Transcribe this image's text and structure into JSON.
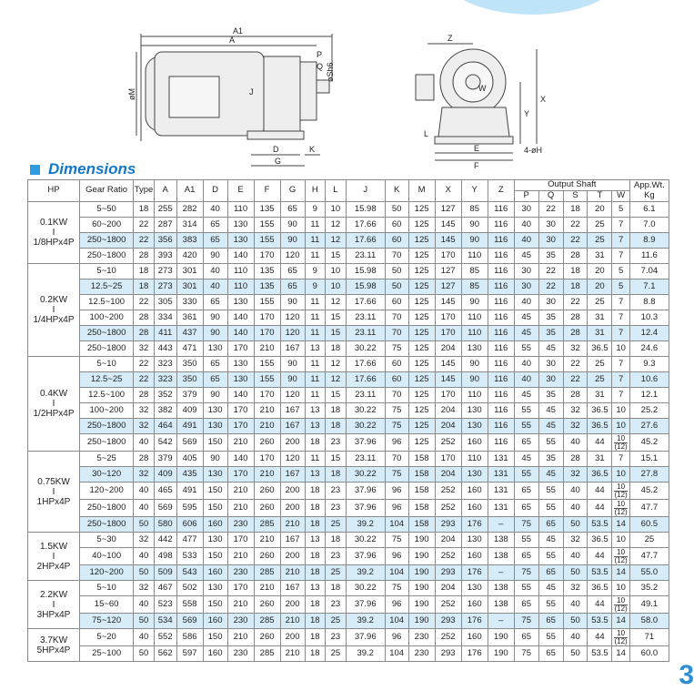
{
  "section_title": "Dimensions",
  "page_number": "3",
  "drawing_labels": {
    "side": [
      "A1",
      "A",
      "P",
      "Q",
      "øSh6",
      "øM",
      "J",
      "D",
      "G",
      "K"
    ],
    "front": [
      "Z",
      "W",
      "X",
      "Y",
      "L",
      "E",
      "F",
      "4-øH"
    ]
  },
  "headers": {
    "hp": "HP",
    "gear_ratio": "Gear Ratio",
    "type": "Type",
    "dims": [
      "A",
      "A1",
      "D",
      "E",
      "F",
      "G",
      "H",
      "L",
      "J",
      "K",
      "M",
      "X",
      "Y",
      "Z"
    ],
    "output_shaft": "Output Shaft",
    "shaft": [
      "P",
      "Q",
      "S",
      "T",
      "W"
    ],
    "weight_1": "App.Wt.",
    "weight_2": "Kg"
  },
  "groups": [
    {
      "hp": [
        "0.1KW",
        "I",
        "1/8HPx4P"
      ],
      "rows": [
        [
          "5~50",
          "18",
          "255",
          "282",
          "40",
          "110",
          "135",
          "65",
          "9",
          "10",
          "15.98",
          "50",
          "125",
          "127",
          "85",
          "116",
          "30",
          "22",
          "18",
          "20",
          "5",
          "6.1"
        ],
        [
          "60~200",
          "22",
          "287",
          "314",
          "65",
          "130",
          "155",
          "90",
          "11",
          "12",
          "17.66",
          "60",
          "125",
          "145",
          "90",
          "116",
          "40",
          "30",
          "22",
          "25",
          "7",
          "7.0"
        ],
        [
          "250~1800",
          "22",
          "356",
          "383",
          "65",
          "130",
          "155",
          "90",
          "11",
          "12",
          "17.66",
          "60",
          "125",
          "145",
          "90",
          "116",
          "40",
          "30",
          "22",
          "25",
          "7",
          "8.9"
        ],
        [
          "250~1800",
          "28",
          "393",
          "420",
          "90",
          "140",
          "170",
          "120",
          "11",
          "15",
          "23.11",
          "70",
          "125",
          "170",
          "110",
          "116",
          "45",
          "35",
          "28",
          "31",
          "7",
          "11.6"
        ]
      ]
    },
    {
      "hp": [
        "0.2KW",
        "I",
        "1/4HPx4P"
      ],
      "rows": [
        [
          "5~10",
          "18",
          "273",
          "301",
          "40",
          "110",
          "135",
          "65",
          "9",
          "10",
          "15.98",
          "50",
          "125",
          "127",
          "85",
          "116",
          "30",
          "22",
          "18",
          "20",
          "5",
          "7.04"
        ],
        [
          "12.5~25",
          "18",
          "273",
          "301",
          "40",
          "110",
          "135",
          "65",
          "9",
          "10",
          "15.98",
          "50",
          "125",
          "127",
          "85",
          "116",
          "30",
          "22",
          "18",
          "20",
          "5",
          "7.1"
        ],
        [
          "12.5~100",
          "22",
          "305",
          "330",
          "65",
          "130",
          "155",
          "90",
          "11",
          "12",
          "17.66",
          "60",
          "125",
          "145",
          "90",
          "116",
          "40",
          "30",
          "22",
          "25",
          "7",
          "8.8"
        ],
        [
          "100~200",
          "28",
          "334",
          "361",
          "90",
          "140",
          "170",
          "120",
          "11",
          "15",
          "23.11",
          "70",
          "125",
          "170",
          "110",
          "116",
          "45",
          "35",
          "28",
          "31",
          "7",
          "10.3"
        ],
        [
          "250~1800",
          "28",
          "411",
          "437",
          "90",
          "140",
          "170",
          "120",
          "11",
          "15",
          "23.11",
          "70",
          "125",
          "170",
          "110",
          "116",
          "45",
          "35",
          "28",
          "31",
          "7",
          "12.4"
        ],
        [
          "250~1800",
          "32",
          "443",
          "471",
          "130",
          "170",
          "210",
          "167",
          "13",
          "18",
          "30.22",
          "75",
          "125",
          "204",
          "130",
          "116",
          "55",
          "45",
          "32",
          "36.5",
          "10",
          "24.6"
        ]
      ]
    },
    {
      "hp": [
        "0.4KW",
        "I",
        "1/2HPx4P"
      ],
      "rows": [
        [
          "5~10",
          "22",
          "323",
          "350",
          "65",
          "130",
          "155",
          "90",
          "11",
          "12",
          "17.66",
          "60",
          "125",
          "145",
          "90",
          "116",
          "40",
          "30",
          "22",
          "25",
          "7",
          "9.3"
        ],
        [
          "12.5~25",
          "22",
          "323",
          "350",
          "65",
          "130",
          "155",
          "90",
          "11",
          "12",
          "17.66",
          "60",
          "125",
          "145",
          "90",
          "116",
          "40",
          "30",
          "22",
          "25",
          "7",
          "10.6"
        ],
        [
          "12.5~100",
          "28",
          "352",
          "379",
          "90",
          "140",
          "170",
          "120",
          "11",
          "15",
          "23.11",
          "70",
          "125",
          "170",
          "110",
          "116",
          "45",
          "35",
          "28",
          "31",
          "7",
          "12.1"
        ],
        [
          "100~200",
          "32",
          "382",
          "409",
          "130",
          "170",
          "210",
          "167",
          "13",
          "18",
          "30.22",
          "75",
          "125",
          "204",
          "130",
          "116",
          "55",
          "45",
          "32",
          "36.5",
          "10",
          "25.2"
        ],
        [
          "250~1800",
          "32",
          "464",
          "491",
          "130",
          "170",
          "210",
          "167",
          "13",
          "18",
          "30.22",
          "75",
          "125",
          "204",
          "130",
          "116",
          "55",
          "45",
          "32",
          "36.5",
          "10",
          "27.6"
        ],
        [
          "250~1800",
          "40",
          "542",
          "569",
          "150",
          "210",
          "260",
          "200",
          "18",
          "23",
          "37.96",
          "96",
          "125",
          "252",
          "160",
          "116",
          "65",
          "55",
          "40",
          "44",
          "10|(12)",
          "45.2"
        ]
      ]
    },
    {
      "hp": [
        "0.75KW",
        "I",
        "1HPx4P"
      ],
      "rows": [
        [
          "5~25",
          "28",
          "379",
          "405",
          "90",
          "140",
          "170",
          "120",
          "11",
          "15",
          "23.11",
          "70",
          "158",
          "170",
          "110",
          "131",
          "45",
          "35",
          "28",
          "31",
          "7",
          "15.1"
        ],
        [
          "30~120",
          "32",
          "409",
          "435",
          "130",
          "170",
          "210",
          "167",
          "13",
          "18",
          "30.22",
          "75",
          "158",
          "204",
          "130",
          "131",
          "55",
          "45",
          "32",
          "36.5",
          "10",
          "27.8"
        ],
        [
          "120~200",
          "40",
          "465",
          "491",
          "150",
          "210",
          "260",
          "200",
          "18",
          "23",
          "37.96",
          "96",
          "158",
          "252",
          "160",
          "131",
          "65",
          "55",
          "40",
          "44",
          "10|(12)",
          "45.2"
        ],
        [
          "250~1800",
          "40",
          "569",
          "595",
          "150",
          "210",
          "260",
          "200",
          "18",
          "23",
          "37.96",
          "96",
          "158",
          "252",
          "160",
          "131",
          "65",
          "55",
          "40",
          "44",
          "10|(12)",
          "47.7"
        ],
        [
          "250~1800",
          "50",
          "580",
          "606",
          "160",
          "230",
          "285",
          "210",
          "18",
          "25",
          "39.2",
          "104",
          "158",
          "293",
          "176",
          "–",
          "75",
          "65",
          "50",
          "53.5",
          "14",
          "60.5"
        ]
      ]
    },
    {
      "hp": [
        "1.5KW",
        "I",
        "2HPx4P"
      ],
      "rows": [
        [
          "5~30",
          "32",
          "442",
          "477",
          "130",
          "170",
          "210",
          "167",
          "13",
          "18",
          "30.22",
          "75",
          "190",
          "204",
          "130",
          "138",
          "55",
          "45",
          "32",
          "36.5",
          "10",
          "25"
        ],
        [
          "40~100",
          "40",
          "498",
          "533",
          "150",
          "210",
          "260",
          "200",
          "18",
          "23",
          "37.96",
          "96",
          "190",
          "252",
          "160",
          "138",
          "65",
          "55",
          "40",
          "44",
          "10|(12)",
          "47.7"
        ],
        [
          "120~200",
          "50",
          "509",
          "543",
          "160",
          "230",
          "285",
          "210",
          "18",
          "25",
          "39.2",
          "104",
          "190",
          "293",
          "176",
          "–",
          "75",
          "65",
          "50",
          "53.5",
          "14",
          "55.0"
        ]
      ]
    },
    {
      "hp": [
        "2.2KW",
        "I",
        "3HPx4P"
      ],
      "rows": [
        [
          "5~10",
          "32",
          "467",
          "502",
          "130",
          "170",
          "210",
          "167",
          "13",
          "18",
          "30.22",
          "75",
          "190",
          "204",
          "130",
          "138",
          "55",
          "45",
          "32",
          "36.5",
          "10",
          "35.2"
        ],
        [
          "15~60",
          "40",
          "523",
          "558",
          "150",
          "210",
          "260",
          "200",
          "18",
          "23",
          "37.96",
          "96",
          "190",
          "252",
          "160",
          "138",
          "65",
          "55",
          "40",
          "44",
          "10|(12)",
          "49.1"
        ],
        [
          "75~120",
          "50",
          "534",
          "569",
          "160",
          "230",
          "285",
          "210",
          "18",
          "25",
          "39.2",
          "104",
          "190",
          "293",
          "176",
          "–",
          "75",
          "65",
          "50",
          "53.5",
          "14",
          "58.0"
        ]
      ]
    },
    {
      "hp": [
        "3.7KW",
        "5HPx4P"
      ],
      "rows": [
        [
          "5~20",
          "40",
          "552",
          "586",
          "150",
          "210",
          "260",
          "200",
          "18",
          "23",
          "37.96",
          "96",
          "230",
          "252",
          "160",
          "190",
          "65",
          "55",
          "40",
          "44",
          "10|(12)",
          "71"
        ],
        [
          "25~100",
          "50",
          "562",
          "597",
          "160",
          "230",
          "285",
          "210",
          "18",
          "25",
          "39.2",
          "104",
          "230",
          "293",
          "176",
          "190",
          "75",
          "65",
          "50",
          "53.5",
          "14",
          "60.0"
        ]
      ]
    }
  ],
  "shaded_rows": [
    2,
    5,
    8,
    11,
    14,
    17,
    20,
    23,
    26
  ],
  "colors": {
    "accent": "#1478c8",
    "shade": "#d6ecf8",
    "blob": "#bfe4f7"
  }
}
